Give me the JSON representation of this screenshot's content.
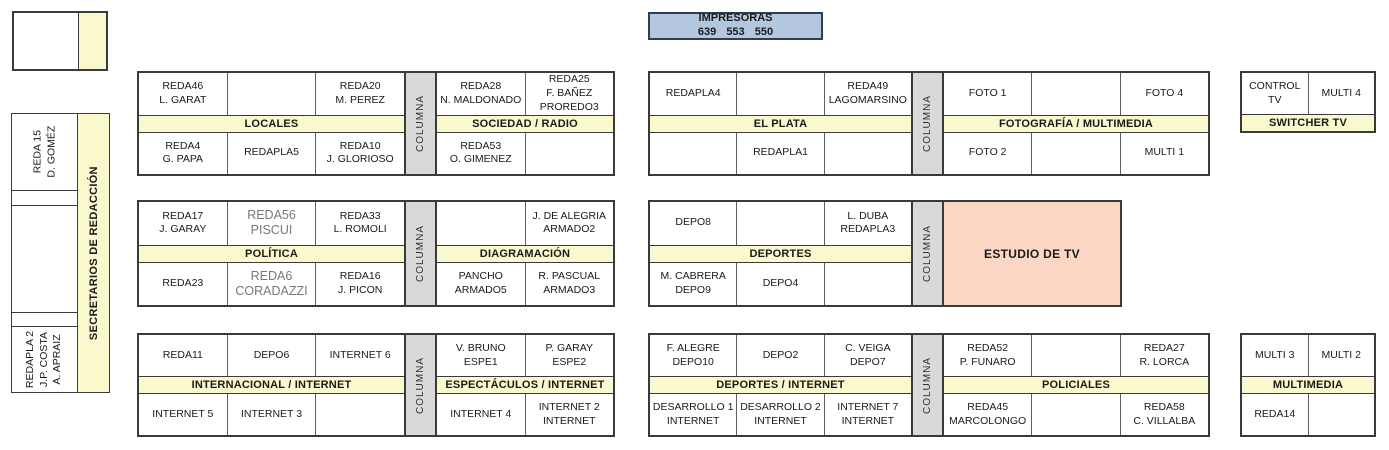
{
  "printer_box": {
    "title": "IMPRESORAS",
    "numbers": "639 553 550"
  },
  "left_column": {
    "strip_label": "SECRETARIOS DE REDACCIÓN",
    "desks": [
      "REDA 15\nD. GOMÉZ",
      "",
      "",
      "",
      "REDAPLA 2\nJ.P. COSTA\nA. APRAIZ"
    ]
  },
  "column_label": "COLUMNA",
  "estudio_tv": "ESTUDIO DE TV",
  "blocks": {
    "locales": {
      "header": "LOCALES",
      "top": [
        "REDA46\nL. GARAT",
        "",
        "REDA20\nM. PEREZ"
      ],
      "bottom": [
        "REDA4\nG. PAPA",
        "REDAPLA5",
        "REDA10\nJ. GLORIOSO"
      ]
    },
    "sociedad_radio": {
      "header": "SOCIEDAD / RADIO",
      "top": [
        "REDA28\nN. MALDONADO",
        "REDA25\nF. BAÑEZ\nPROREDO3"
      ],
      "bottom": [
        "REDA53\nO. GIMENEZ",
        ""
      ]
    },
    "el_plata": {
      "header": "EL PLATA",
      "top": [
        "REDAPLA4",
        "",
        "REDA49\nLAGOMARSINO"
      ],
      "bottom": [
        "",
        "REDAPLA1",
        ""
      ]
    },
    "fotografia_multimedia": {
      "header": "FOTOGRAFÍA / MULTIMEDIA",
      "top": [
        "FOTO 1",
        "",
        "FOTO 4"
      ],
      "bottom": [
        "FOTO 2",
        "",
        "MULTI 1"
      ]
    },
    "switcher_tv": {
      "header": "SWITCHER TV",
      "top": [
        "CONTROL TV",
        "MULTI 4"
      ]
    },
    "politica": {
      "header": "POLÍTICA",
      "top": [
        "REDA17\nJ. GARAY",
        "REDA56\nPISCUI",
        "REDA33\nL. ROMOLI"
      ],
      "bottom": [
        "REDA23",
        "REDA6\nCORADAZZI",
        "REDA16\nJ. PICON"
      ]
    },
    "diagramacion": {
      "header": "DIAGRAMACIÓN",
      "top": [
        "",
        "J. DE ALEGRIA\nARMADO2"
      ],
      "bottom": [
        "PANCHO\nARMADO5",
        "R. PASCUAL\nARMADO3"
      ]
    },
    "deportes": {
      "header": "DEPORTES",
      "top": [
        "DEPO8",
        "",
        "L. DUBA\nREDAPLA3"
      ],
      "bottom": [
        "M. CABRERA\nDEPO9",
        "DEPO4",
        ""
      ]
    },
    "internacional_internet": {
      "header": "INTERNACIONAL / INTERNET",
      "top": [
        "REDA11",
        "DEPO6",
        "INTERNET 6"
      ],
      "bottom": [
        "INTERNET 5",
        "INTERNET 3",
        ""
      ]
    },
    "espectaculos_internet": {
      "header": "ESPECTÁCULOS / INTERNET",
      "top": [
        "V. BRUNO\nESPE1",
        "P. GARAY\nESPE2"
      ],
      "bottom": [
        "INTERNET 4",
        "INTERNET 2\nINTERNET"
      ]
    },
    "deportes_internet": {
      "header": "DEPORTES / INTERNET",
      "top": [
        "F. ALEGRE\nDEPO10",
        "DEPO2",
        "C. VEIGA\nDEPO7"
      ],
      "bottom": [
        "DESARROLLO 1\nINTERNET",
        "DESARROLLO 2\nINTERNET",
        "INTERNET 7\nINTERNET"
      ]
    },
    "policiales": {
      "header": "POLICIALES",
      "top": [
        "REDA52\nP. FUNARO",
        "",
        "REDA27\nR. LORCA"
      ],
      "bottom": [
        "REDA45\nMARCOLONGO",
        "",
        "REDA58\nC. VILLALBA"
      ]
    },
    "multimedia": {
      "header": "MULTIMEDIA",
      "top": [
        "MULTI 3",
        "MULTI 2"
      ],
      "bottom": [
        "REDA14",
        ""
      ]
    }
  },
  "colors": {
    "header_band": "#FAF8CD",
    "column_pillar": "#D9D9D9",
    "printer_box": "#B4C7E0",
    "tv_studio": "#FBD6C5",
    "outline": "#3a3a3a",
    "muted_text": "#787878"
  }
}
